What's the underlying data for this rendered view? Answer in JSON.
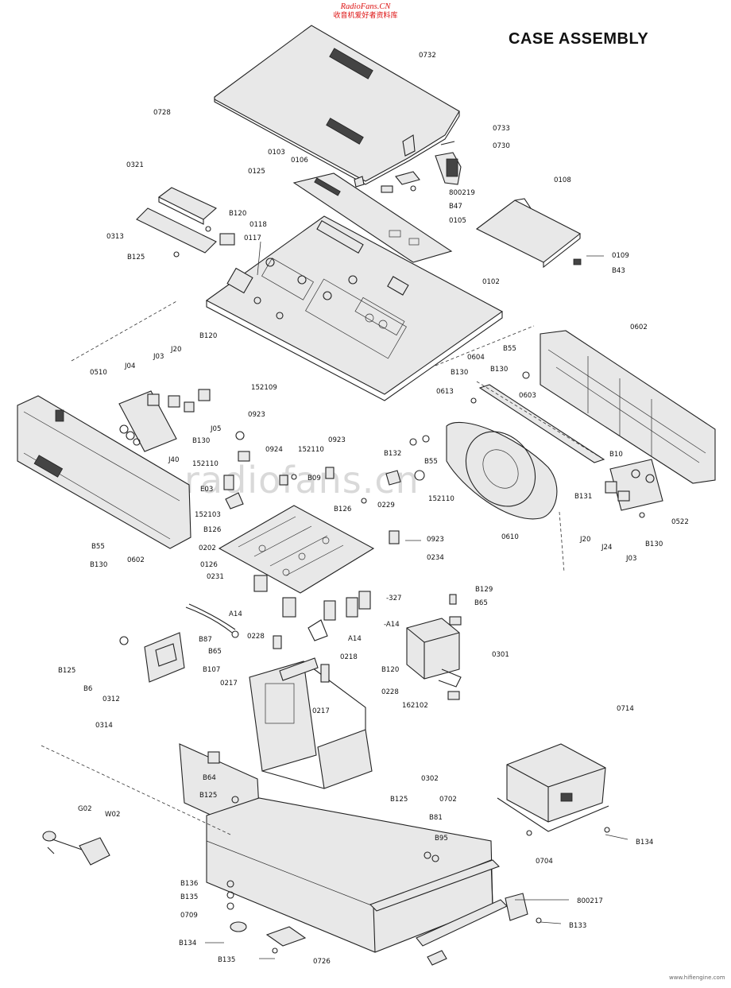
{
  "header": {
    "site": "RadioFans.CN",
    "subtitle": "收音机爱好者资料库"
  },
  "title": "CASE ASSEMBLY",
  "watermark": "radiofans.cn",
  "footer": "www.hifiengine.com",
  "parts": [
    {
      "key": "p0732a",
      "label": "0732"
    },
    {
      "key": "p0728",
      "label": "0728"
    },
    {
      "key": "p0733",
      "label": "0733"
    },
    {
      "key": "p0730",
      "label": "0730"
    },
    {
      "key": "p0103",
      "label": "0103"
    },
    {
      "key": "p0106",
      "label": "0106"
    },
    {
      "key": "p0321",
      "label": "0321"
    },
    {
      "key": "p0125",
      "label": "0125"
    },
    {
      "key": "p0108",
      "label": "0108"
    },
    {
      "key": "p800219",
      "label": "800219"
    },
    {
      "key": "pB47",
      "label": "B47"
    },
    {
      "key": "pB120a",
      "label": "B120"
    },
    {
      "key": "p0118",
      "label": "0118"
    },
    {
      "key": "p0105",
      "label": "0105"
    },
    {
      "key": "p0313",
      "label": "0313"
    },
    {
      "key": "p0117",
      "label": "0117"
    },
    {
      "key": "pB125a",
      "label": "B125"
    },
    {
      "key": "p0109",
      "label": "0109"
    },
    {
      "key": "pB43",
      "label": "B43"
    },
    {
      "key": "p0102",
      "label": "0102"
    },
    {
      "key": "pB120b",
      "label": "B120"
    },
    {
      "key": "p0602a",
      "label": "0602"
    },
    {
      "key": "pJ20a",
      "label": "J20"
    },
    {
      "key": "pJ03a",
      "label": "J03"
    },
    {
      "key": "pB55a",
      "label": "B55"
    },
    {
      "key": "p0604",
      "label": "0604"
    },
    {
      "key": "pJ04",
      "label": "J04"
    },
    {
      "key": "p0510",
      "label": "0510"
    },
    {
      "key": "pB130a",
      "label": "B130"
    },
    {
      "key": "pB130b",
      "label": "B130"
    },
    {
      "key": "p152109",
      "label": "152109"
    },
    {
      "key": "p0613",
      "label": "0613"
    },
    {
      "key": "p0603",
      "label": "0603"
    },
    {
      "key": "p0923a",
      "label": "0923"
    },
    {
      "key": "pJ05",
      "label": "J05"
    },
    {
      "key": "pB130c",
      "label": "B130"
    },
    {
      "key": "p0924",
      "label": "0924"
    },
    {
      "key": "p152110a",
      "label": "152110"
    },
    {
      "key": "p0923b",
      "label": "0923"
    },
    {
      "key": "pB132",
      "label": "B132"
    },
    {
      "key": "pJ40",
      "label": "J40"
    },
    {
      "key": "p152110b",
      "label": "152110"
    },
    {
      "key": "pB55b",
      "label": "B55"
    },
    {
      "key": "pB10",
      "label": "B10"
    },
    {
      "key": "pE03",
      "label": "E03"
    },
    {
      "key": "pB09",
      "label": "B09"
    },
    {
      "key": "p152110c",
      "label": "152110"
    },
    {
      "key": "pB131",
      "label": "B131"
    },
    {
      "key": "p152103",
      "label": "152103"
    },
    {
      "key": "pB126a",
      "label": "B126"
    },
    {
      "key": "p0229",
      "label": "0229"
    },
    {
      "key": "p0522",
      "label": "0522"
    },
    {
      "key": "pB126b",
      "label": "B126"
    },
    {
      "key": "p0610",
      "label": "0610"
    },
    {
      "key": "p0923c",
      "label": "0923"
    },
    {
      "key": "pJ20b",
      "label": "J20"
    },
    {
      "key": "pB55c",
      "label": "B55"
    },
    {
      "key": "p0202",
      "label": "0202"
    },
    {
      "key": "pJ24",
      "label": "J24"
    },
    {
      "key": "pB130d",
      "label": "B130"
    },
    {
      "key": "pB130e",
      "label": "B130"
    },
    {
      "key": "p0602b",
      "label": "0602"
    },
    {
      "key": "p0234",
      "label": "0234"
    },
    {
      "key": "pJ03b",
      "label": "J03"
    },
    {
      "key": "p0126",
      "label": "0126"
    },
    {
      "key": "p0231",
      "label": "0231"
    },
    {
      "key": "pB129",
      "label": "B129"
    },
    {
      "key": "p327",
      "label": "-327"
    },
    {
      "key": "pB65a",
      "label": "B65"
    },
    {
      "key": "pA14a",
      "label": "A14"
    },
    {
      "key": "pA14b",
      "label": "-A14"
    },
    {
      "key": "pB87",
      "label": "B87"
    },
    {
      "key": "p0228a",
      "label": "0228"
    },
    {
      "key": "pA14c",
      "label": "A14"
    },
    {
      "key": "pB65b",
      "label": "B65"
    },
    {
      "key": "p0218",
      "label": "0218"
    },
    {
      "key": "p0301",
      "label": "0301"
    },
    {
      "key": "pB120c",
      "label": "B120"
    },
    {
      "key": "pB125b",
      "label": "B125"
    },
    {
      "key": "pB107",
      "label": "B107"
    },
    {
      "key": "pB6",
      "label": "B6"
    },
    {
      "key": "p0217a",
      "label": "0217"
    },
    {
      "key": "p0228b",
      "label": "0228"
    },
    {
      "key": "p0312",
      "label": "0312"
    },
    {
      "key": "p162102",
      "label": "162102"
    },
    {
      "key": "p0714",
      "label": "0714"
    },
    {
      "key": "p0217b",
      "label": "0217"
    },
    {
      "key": "p0314",
      "label": "0314"
    },
    {
      "key": "pB64",
      "label": "B64"
    },
    {
      "key": "p0302",
      "label": "0302"
    },
    {
      "key": "pB125c",
      "label": "B125"
    },
    {
      "key": "pB125d",
      "label": "B125"
    },
    {
      "key": "p0702",
      "label": "0702"
    },
    {
      "key": "pG02",
      "label": "G02"
    },
    {
      "key": "pW02",
      "label": "W02"
    },
    {
      "key": "pB81",
      "label": "B81"
    },
    {
      "key": "pB95",
      "label": "B95"
    },
    {
      "key": "pB134a",
      "label": "B134"
    },
    {
      "key": "p0704",
      "label": "0704"
    },
    {
      "key": "pB136",
      "label": "B136"
    },
    {
      "key": "pB135a",
      "label": "B135"
    },
    {
      "key": "p800217",
      "label": "800217"
    },
    {
      "key": "p0709",
      "label": "0709"
    },
    {
      "key": "pB133",
      "label": "B133"
    },
    {
      "key": "pB134b",
      "label": "B134"
    },
    {
      "key": "pB135b",
      "label": "B135"
    },
    {
      "key": "p0726",
      "label": "0726"
    }
  ]
}
